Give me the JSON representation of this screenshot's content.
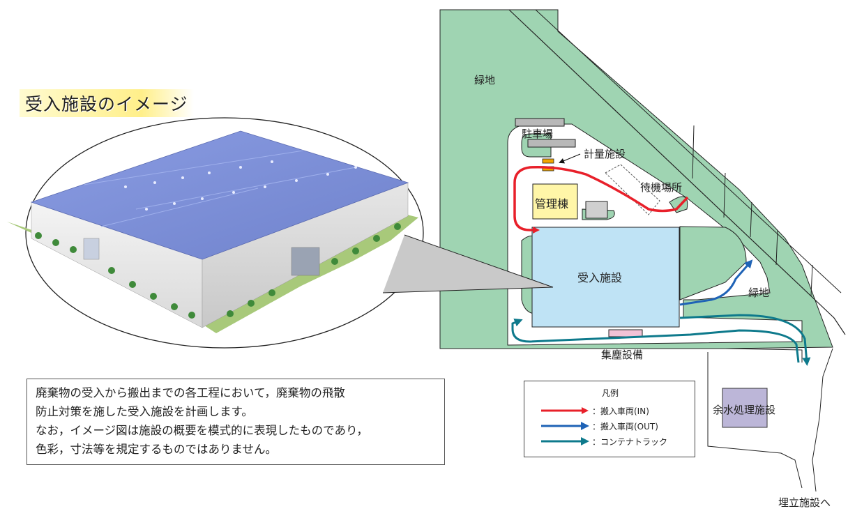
{
  "title": "受入施設のイメージ",
  "description": [
    "廃棄物の受入から搬出までの各工程において，廃棄物の飛散",
    "防止対策を施した受入施設を計画します。",
    "なお，イメージ図は施設の概要を模式的に表現したものであり，",
    "色彩，寸法等を規定するものではありません。"
  ],
  "map_labels": {
    "green_top": "緑地",
    "green_right": "緑地",
    "parking": "駐車場",
    "weighing": "計量施設",
    "waiting": "待機場所",
    "admin": "管理棟",
    "receiving": "受入施設",
    "dust": "集塵設備",
    "wastewater": "余水処理施設",
    "landfill": "埋立施設へ"
  },
  "legend": {
    "title": "凡例",
    "items": [
      {
        "label": "：搬入車両(IN)",
        "color": "#e8202a"
      },
      {
        "label": "：搬入車両(OUT)",
        "color": "#1f63b6"
      },
      {
        "label": "：コンテナトラック",
        "color": "#0e7a8c"
      }
    ]
  },
  "colors": {
    "green": "#9fd4b2",
    "receiving_fill": "#bfe3f5",
    "admin_fill": "#fff6a8",
    "wastewater_fill": "#bcb6d8",
    "dust_fill": "#f3c2d6",
    "weighing_fill": "#f2a600",
    "parking_fill": "#b8b8b8",
    "roof": "#7c8fd8"
  }
}
